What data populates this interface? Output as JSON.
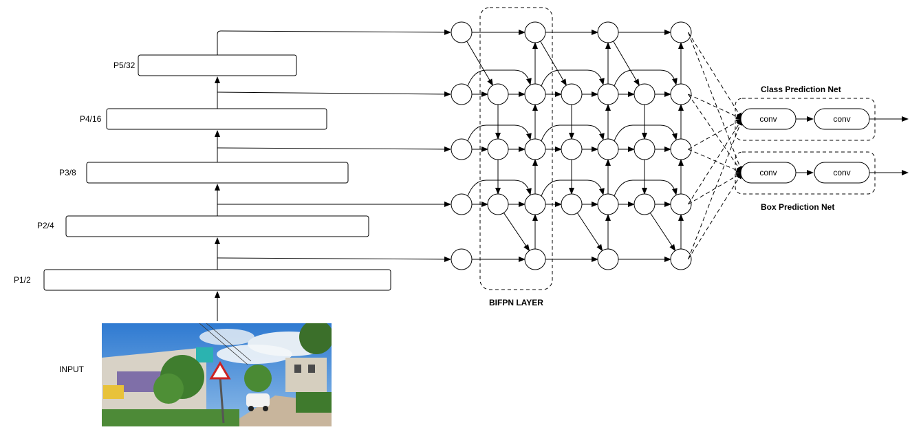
{
  "diagram": {
    "input_label": "INPUT",
    "backbone_levels": [
      "P1/2",
      "P2/4",
      "P3/8",
      "P4/16",
      "P5/32"
    ],
    "bifpn_label": "BIFPN LAYER",
    "class_net": {
      "title": "Class Prediction Net",
      "conv1": "conv",
      "conv2": "conv"
    },
    "box_net": {
      "title": "Box Prediction Net",
      "conv1": "conv",
      "conv2": "conv"
    }
  },
  "photo": {
    "description_colors": {
      "sky": "#3a86d8",
      "cloud": "#e9eef3",
      "tree": "#3f7d2e",
      "wall": "#d9d2c4",
      "road": "#c9b7a0"
    }
  }
}
